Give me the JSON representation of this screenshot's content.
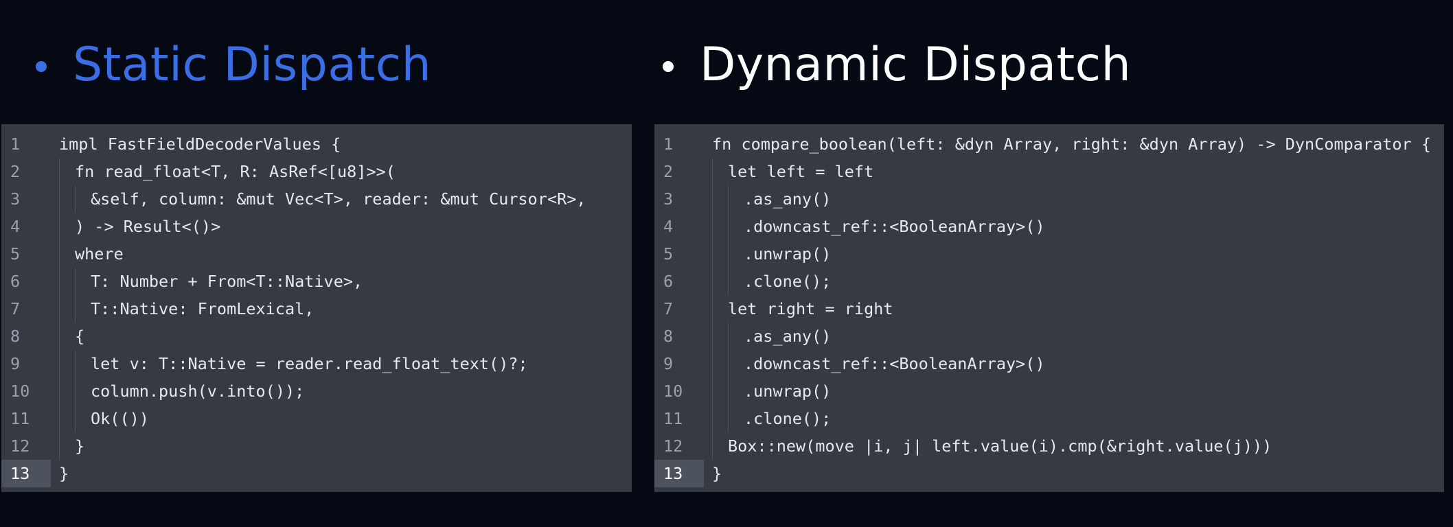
{
  "headings": {
    "left": "Static Dispatch",
    "right": "Dynamic Dispatch"
  },
  "panels": {
    "left": {
      "active_line": 13,
      "lines": [
        {
          "n": "1",
          "indent": 0,
          "text": "impl FastFieldDecoderValues {"
        },
        {
          "n": "2",
          "indent": 1,
          "text": "fn read_float<T, R: AsRef<[u8]>>("
        },
        {
          "n": "3",
          "indent": 2,
          "text": "&self, column: &mut Vec<T>, reader: &mut Cursor<R>,"
        },
        {
          "n": "4",
          "indent": 1,
          "text": ") -> Result<()>"
        },
        {
          "n": "5",
          "indent": 1,
          "text": "where"
        },
        {
          "n": "6",
          "indent": 2,
          "text": "T: Number + From<T::Native>,"
        },
        {
          "n": "7",
          "indent": 2,
          "text": "T::Native: FromLexical,"
        },
        {
          "n": "8",
          "indent": 1,
          "text": "{"
        },
        {
          "n": "9",
          "indent": 2,
          "text": "let v: T::Native = reader.read_float_text()?;"
        },
        {
          "n": "10",
          "indent": 2,
          "text": "column.push(v.into());"
        },
        {
          "n": "11",
          "indent": 2,
          "text": "Ok(())"
        },
        {
          "n": "12",
          "indent": 1,
          "text": "}"
        },
        {
          "n": "13",
          "indent": 0,
          "text": "}"
        }
      ]
    },
    "right": {
      "active_line": 13,
      "lines": [
        {
          "n": "1",
          "indent": 0,
          "text": "fn compare_boolean(left: &dyn Array, right: &dyn Array) -> DynComparator {"
        },
        {
          "n": "2",
          "indent": 1,
          "text": "let left = left"
        },
        {
          "n": "3",
          "indent": 2,
          "text": ".as_any()"
        },
        {
          "n": "4",
          "indent": 2,
          "text": ".downcast_ref::<BooleanArray>()"
        },
        {
          "n": "5",
          "indent": 2,
          "text": ".unwrap()"
        },
        {
          "n": "6",
          "indent": 2,
          "text": ".clone();"
        },
        {
          "n": "7",
          "indent": 1,
          "text": "let right = right"
        },
        {
          "n": "8",
          "indent": 2,
          "text": ".as_any()"
        },
        {
          "n": "9",
          "indent": 2,
          "text": ".downcast_ref::<BooleanArray>()"
        },
        {
          "n": "10",
          "indent": 2,
          "text": ".unwrap()"
        },
        {
          "n": "11",
          "indent": 2,
          "text": ".clone();"
        },
        {
          "n": "12",
          "indent": 1,
          "text": "Box::new(move |i, j| left.value(i).cmp(&right.value(j)))"
        },
        {
          "n": "13",
          "indent": 0,
          "text": "}"
        }
      ]
    }
  }
}
